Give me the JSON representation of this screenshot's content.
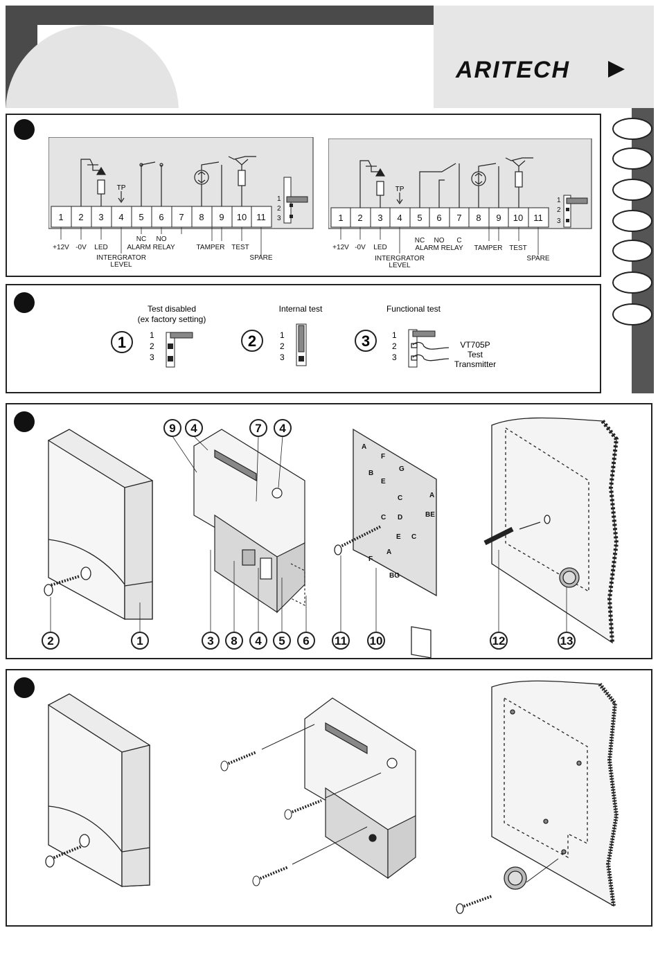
{
  "header": {
    "brand": "ARITECH",
    "colors": {
      "bar": "#4a4a4a",
      "light": "#e6e6e6",
      "tab": "#555555"
    }
  },
  "wiring": {
    "left": {
      "terminals": [
        "1",
        "2",
        "3",
        "4",
        "5",
        "6",
        "7",
        "8",
        "9",
        "10",
        "11"
      ],
      "tp": "TP",
      "labels": {
        "v12": "+12V",
        "v0": "-0V",
        "led": "LED",
        "nc": "NC",
        "no": "NO",
        "alarm": "ALARM RELAY",
        "tamper": "TAMPER",
        "test": "TEST",
        "spare": "SPARE",
        "integrator": "INTERGRATOR",
        "level": "LEVEL"
      },
      "jumper": [
        "1",
        "2",
        "3"
      ]
    },
    "right": {
      "terminals": [
        "1",
        "2",
        "3",
        "4",
        "5",
        "6",
        "7",
        "8",
        "9",
        "10",
        "11"
      ],
      "tp": "TP",
      "labels": {
        "v12": "+12V",
        "v0": "-0V",
        "led": "LED",
        "nc": "NC",
        "no": "NO",
        "c": "C",
        "alarm": "ALARM RELAY",
        "tamper": "TAMPER",
        "test": "TEST",
        "spare": "SPARE",
        "integrator": "INTERGRATOR",
        "level": "LEVEL"
      },
      "jumper": [
        "1",
        "2",
        "3"
      ]
    }
  },
  "test_modes": [
    {
      "num": "1",
      "title1": "Test disabled",
      "title2": "(ex factory setting)",
      "pins": [
        "1",
        "2",
        "3"
      ]
    },
    {
      "num": "2",
      "title1": "Internal test",
      "pins": [
        "1",
        "2",
        "3"
      ]
    },
    {
      "num": "3",
      "title1": "Functional test",
      "pins": [
        "1",
        "2",
        "3"
      ],
      "note1": "VT705P",
      "note2": "Test",
      "note3": "Transmitter"
    }
  ],
  "assembly": {
    "callouts_top": [
      "9",
      "4",
      "7",
      "4"
    ],
    "callouts_bottom": [
      "2",
      "1",
      "3",
      "8",
      "4",
      "5",
      "6",
      "11",
      "10",
      "12",
      "13"
    ],
    "plate_holes": [
      "A",
      "F",
      "G",
      "B",
      "E",
      "C",
      "A",
      "C",
      "D",
      "BE",
      "E",
      "C",
      "A",
      "F",
      "BG"
    ]
  }
}
